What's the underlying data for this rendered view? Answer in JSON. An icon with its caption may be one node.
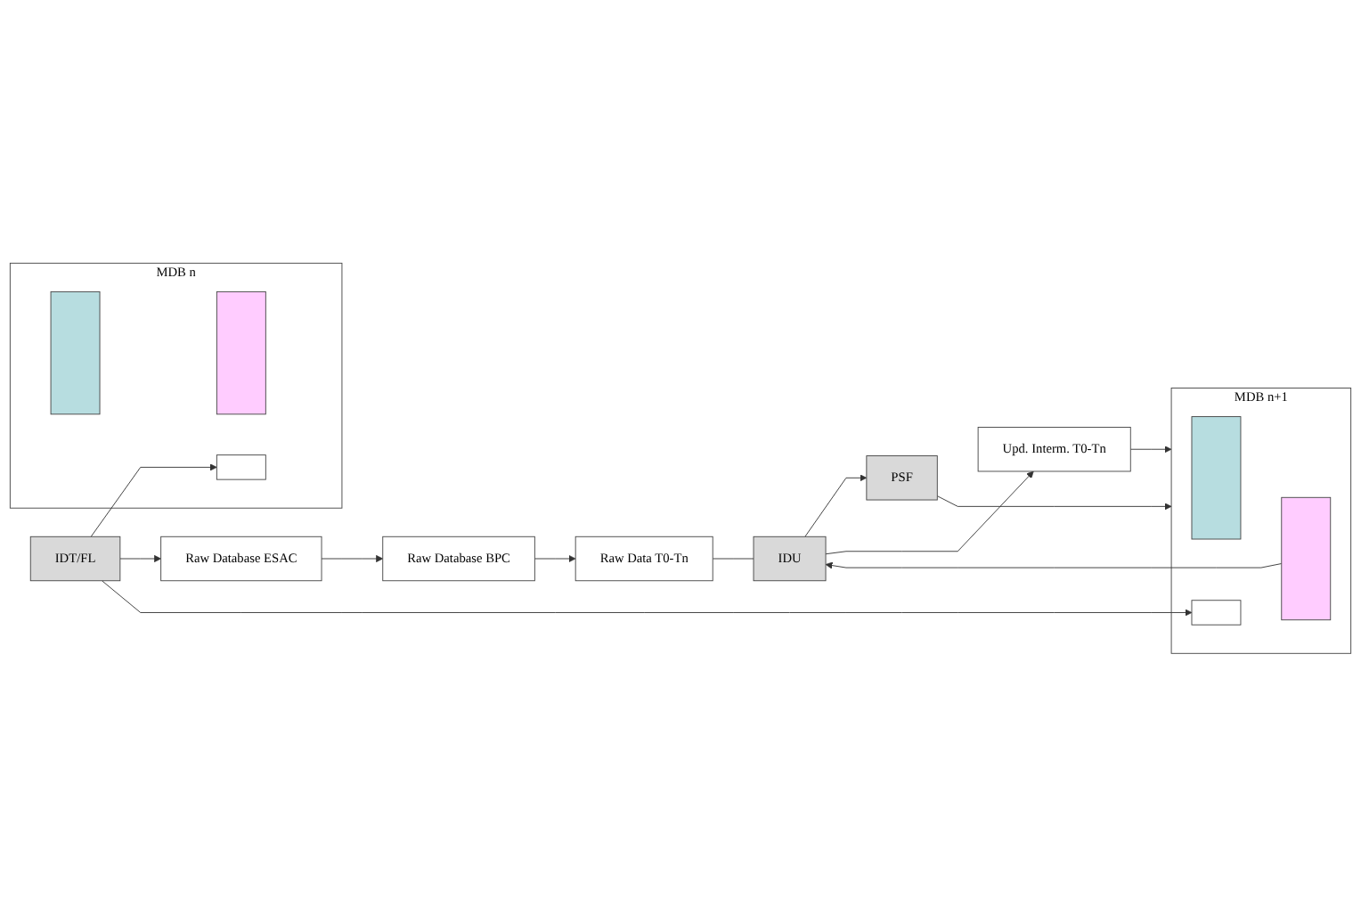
{
  "diagram": {
    "nodes": [
      {
        "text": [
          "Raw Database BPC"
        ]
      },
      {
        "text": [
          "Raw Data T0-Tn"
        ]
      },
      {
        "text": [
          "IDU"
        ]
      },
      {
        "text": [
          "PSF"
        ]
      },
      {
        "text": [
          "Upd. Interm. T0-Tn"
        ]
      },
      {
        "text": [
          "MDB n"
        ]
      },
      {
        "text": [],
        "shape": "bar",
        "in": 5
      },
      {
        "text": [],
        "shape": "box",
        "in": 5
      },
      {
        "text": [],
        "shape": "bar",
        "in": 5
      },
      {
        "text": [
          "MDB n+1"
        ]
      },
      {
        "text": [],
        "shape": "bar",
        "in": 9
      },
      {
        "text": [],
        "shape": "box",
        "in": 9
      },
      {
        "text": [],
        "shape": "bar",
        "in": 9
      },
      {
        "text": [
          "Raw Database ESAC"
        ]
      },
      {
        "text": [
          "IDT/FL"
        ]
      }
    ],
    "edges": [
      {
        "from": 0,
        "to": 1,
        "arrow": "to"
      },
      {
        "from": 1,
        "to": 2,
        "arrow": "none"
      },
      {
        "from": 12,
        "to": 2,
        "arrow": "to"
      },
      {
        "from": 2,
        "to": 3,
        "arrow": "to"
      },
      {
        "from": 2,
        "to": 4,
        "arrow": "to"
      },
      {
        "from": 4,
        "to": 9,
        "arrow": "to"
      },
      {
        "from": 3,
        "to": 9,
        "arrow": "to"
      },
      {
        "from": 13,
        "to": 0,
        "arrow": "to"
      },
      {
        "from": 14,
        "to": 13,
        "arrow": "to"
      },
      {
        "from": 14,
        "to": 7,
        "arrow": "to"
      },
      {
        "from": 14,
        "to": 11,
        "arrow": "to"
      }
    ]
  }
}
